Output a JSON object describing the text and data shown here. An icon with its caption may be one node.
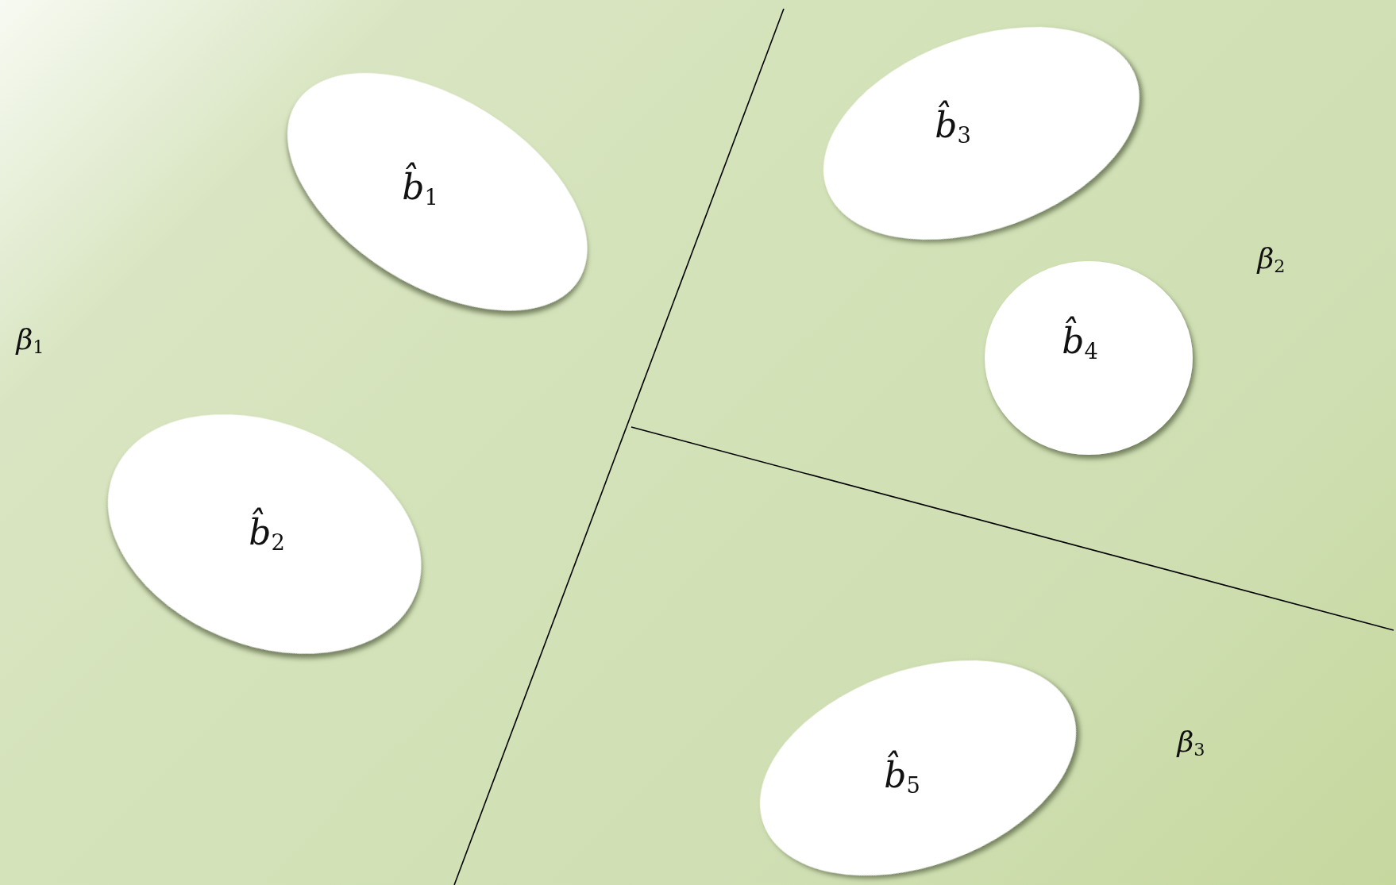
{
  "diagram": {
    "nodes": [
      {
        "text": [
          "b̂$_{1}$"
        ]
      },
      {
        "text": [
          "b̂$_{2}$"
        ]
      },
      {
        "text": [
          "b̂$_{3}$"
        ]
      },
      {
        "text": [
          "b̂$_{4}$"
        ]
      },
      {
        "text": [
          "b̂$_{5}$"
        ]
      }
    ],
    "labels": [
      "β$_{1}$",
      "β$_{2}$",
      "β$_{3}$"
    ]
  }
}
